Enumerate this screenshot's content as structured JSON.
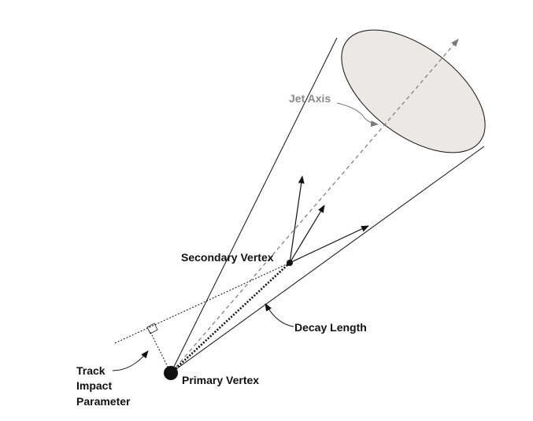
{
  "labels": {
    "jet_axis": "Jet Axis",
    "secondary_vertex": "Secondary Vertex",
    "decay_length": "Decay Length",
    "primary_vertex": "Primary Vertex",
    "track_impact_parameter": [
      "Track",
      "Impact",
      "Parameter"
    ]
  },
  "colors": {
    "line": "#111111",
    "jet_axis": "#7a7a7a",
    "cone_fill": "#ebe9e6",
    "jet_axis_label": "#8a8a8a"
  }
}
